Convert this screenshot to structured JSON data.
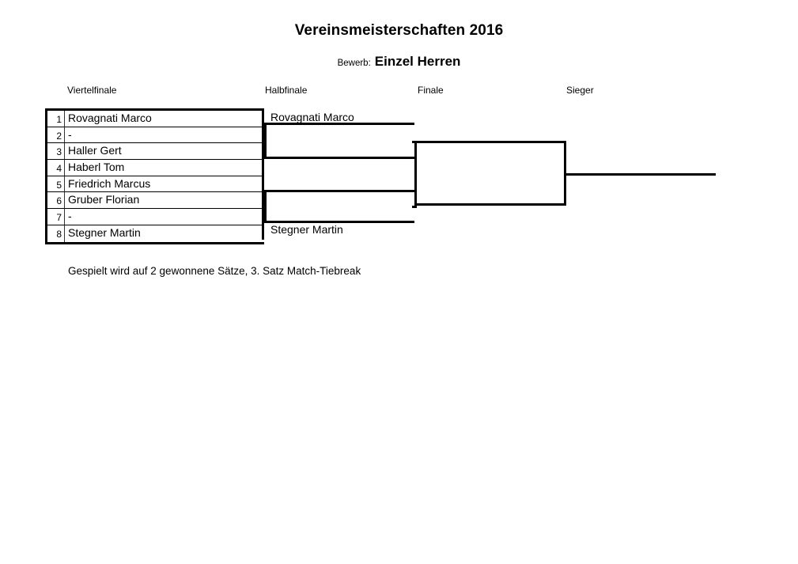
{
  "document": {
    "title": "Vereinsmeisterschaften 2016",
    "event_label": "Bewerb:",
    "event_value": "Einzel Herren",
    "footnote": "Gespielt wird auf 2 gewonnene Sätze, 3. Satz Match-Tiebreak"
  },
  "bracket": {
    "round_headers": [
      {
        "label": "Viertelfinale"
      },
      {
        "label": "Halbfinale"
      },
      {
        "label": "Finale"
      },
      {
        "label": "Sieger"
      }
    ],
    "entrants": [
      {
        "seed": "1",
        "name": "Rovagnati Marco"
      },
      {
        "seed": "2",
        "name": "-"
      },
      {
        "seed": "3",
        "name": "Haller Gert"
      },
      {
        "seed": "4",
        "name": "Haberl Tom"
      },
      {
        "seed": "5",
        "name": "Friedrich Marcus"
      },
      {
        "seed": "6",
        "name": "Gruber Florian"
      },
      {
        "seed": "7",
        "name": "-"
      },
      {
        "seed": "8",
        "name": "Stegner Martin"
      }
    ],
    "semifinals": [
      {
        "winner": "Rovagnati Marco"
      },
      {
        "winner": "Stegner Martin"
      }
    ],
    "final": {
      "winner": ""
    },
    "champion": {
      "name": ""
    }
  },
  "colors": {
    "ink": "#000000",
    "paper": "#ffffff",
    "rule": "#333333"
  }
}
